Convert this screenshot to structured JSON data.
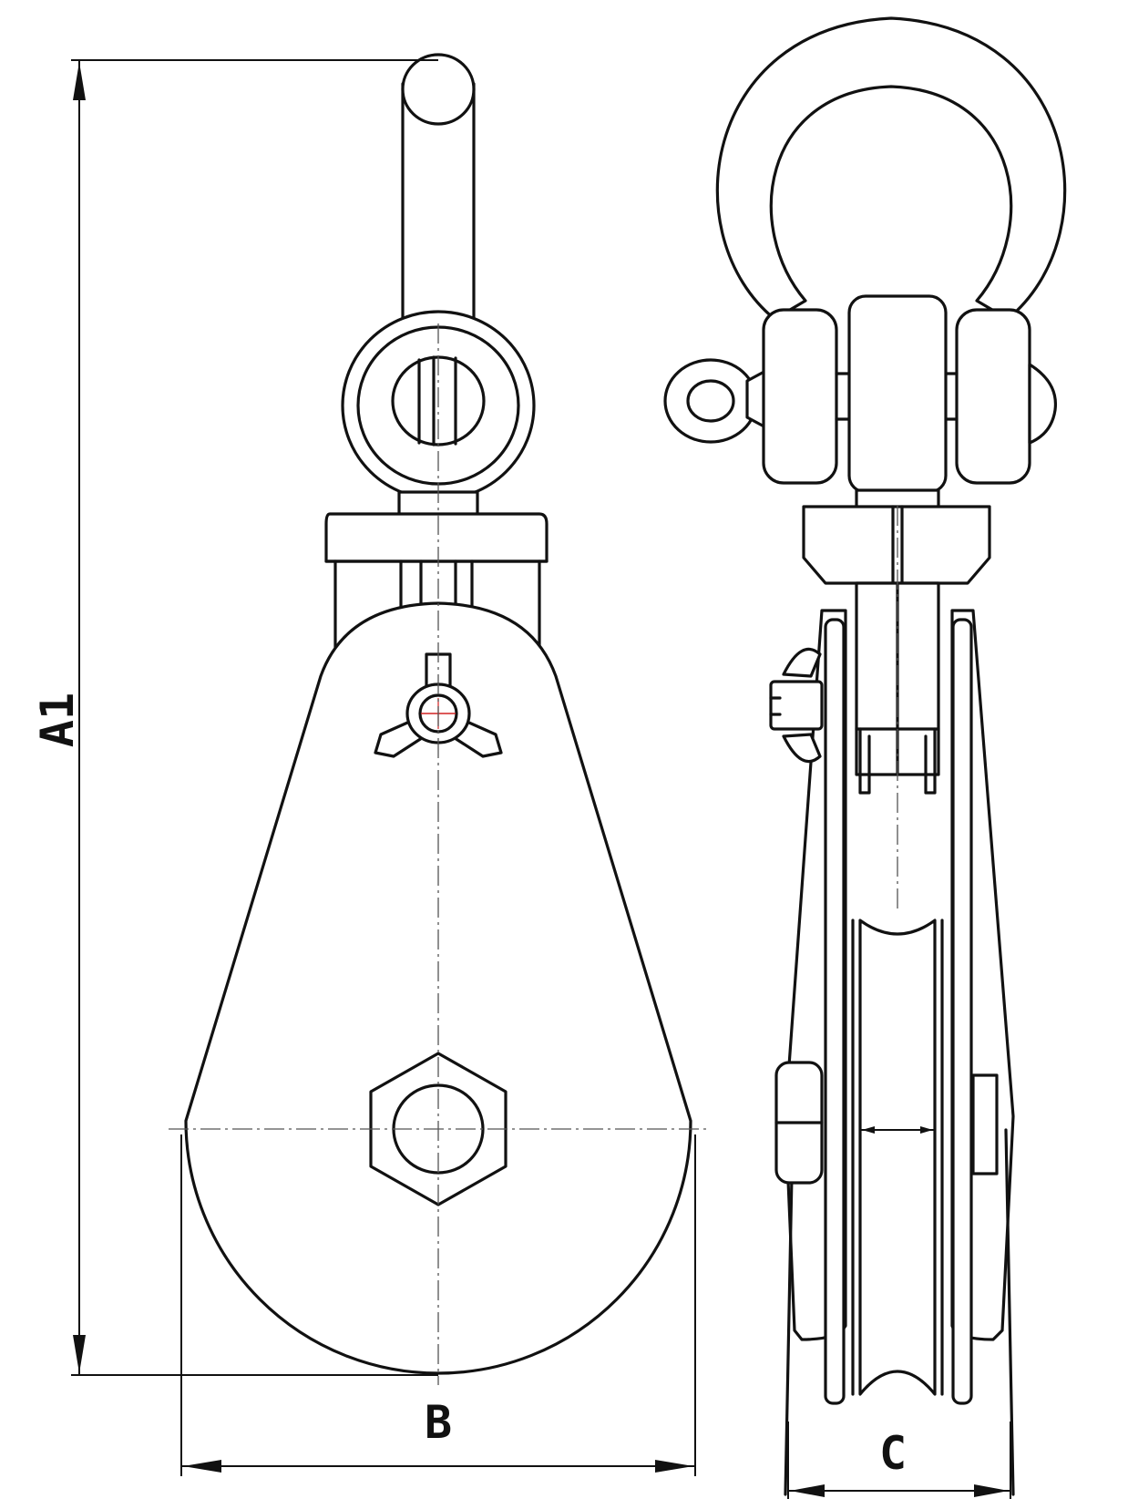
{
  "dimensions": {
    "height_label": "A1",
    "width_label": "B",
    "side_width_label": "C"
  },
  "colors": {
    "line": "#111111",
    "centerline": "#555555",
    "background": "#ffffff",
    "accent_mark": "#d22222"
  },
  "views": [
    "front-view",
    "side-view"
  ]
}
